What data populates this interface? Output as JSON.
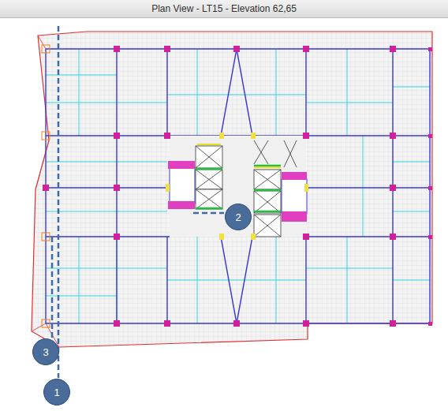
{
  "diagram": {
    "title": "Plan View - LT15 - Elevation 62,65",
    "nodes": [
      {
        "text": [
          "2"
        ]
      },
      {
        "text": [
          "3"
        ]
      },
      {
        "text": [
          "1"
        ]
      }
    ]
  }
}
